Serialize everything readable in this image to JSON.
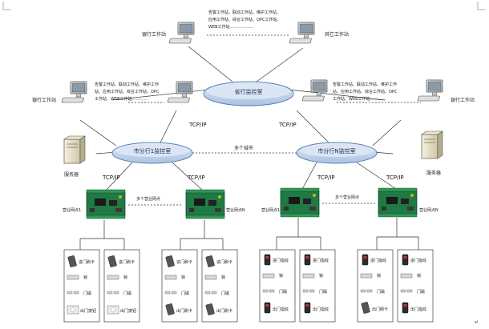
{
  "diagram": {
    "centers": {
      "province": "省行监控室",
      "branch1": "市分行1监控室",
      "branchN": "市分行N监控室"
    },
    "link_labels": {
      "tcpip": "TCP/IP",
      "multi_city": "多个城市",
      "multi_outlet": "多个营业网点"
    },
    "workstations": {
      "bank": "银行工作站",
      "other": "其它工作站"
    },
    "workstation_roles_top": [
      "告警工作站、联动工作站、维护工作站、",
      "应用工作站、综合工作站、OPC工作站、",
      "WEB工作站………………"
    ],
    "workstation_roles_left": [
      "告警工作站、联动工作站、维护工作",
      "站、应用工作站、综合工作站、OPC",
      "工作站、WEB工作站…………"
    ],
    "workstation_roles_right": [
      "告警工作站、联动工作站、维护工作",
      "站、应用工作站、综合工作站、OPC",
      "工作站、WEB工作站…………"
    ],
    "server_label": "服务器",
    "outlets": {
      "outlet1": "营业网点1",
      "outletN": "营业网点N"
    },
    "door_labels": {
      "reader_in": "进门刷卡",
      "reader_out": "出门刷卡",
      "lock": "锁",
      "magnet": "门磁",
      "exit_button": "出门按钮",
      "fp_in": "进门指纹",
      "fp_out": "出门指纹"
    },
    "colors": {
      "ellipse_fill": "#c9d9ef",
      "ellipse_stroke": "#5a7fb5",
      "board_green": "#1f7a43",
      "line": "#333333"
    }
  }
}
